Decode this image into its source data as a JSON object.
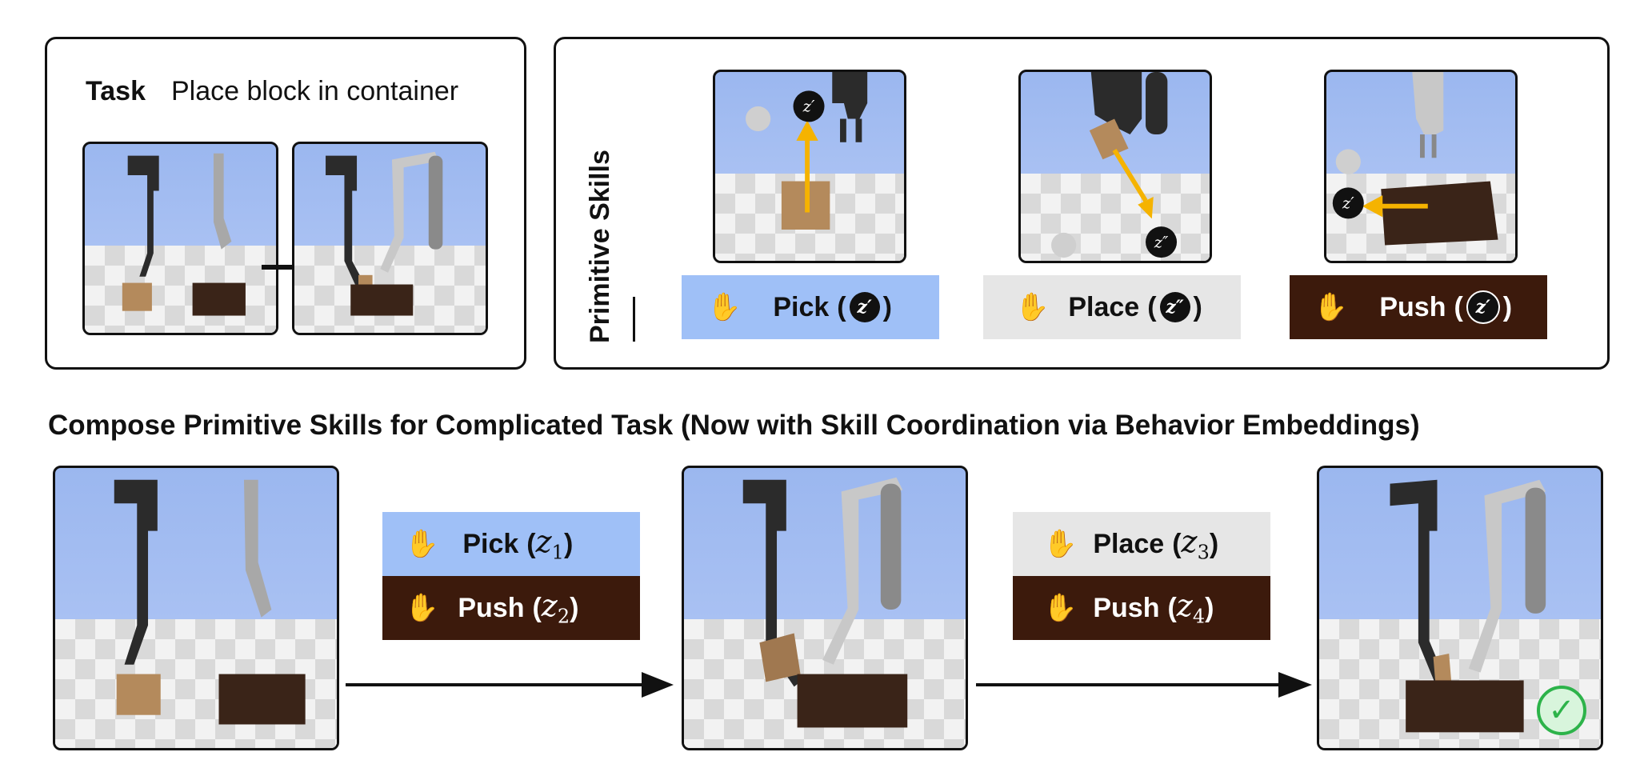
{
  "task": {
    "heading": "Task",
    "description": "Place block in container"
  },
  "skills_panel": {
    "side_label": "Primitive Skills",
    "skills": [
      {
        "name": "Pick",
        "latent": "z′",
        "color": "#9fc0f7"
      },
      {
        "name": "Place",
        "latent": "z″",
        "color": "#e6e6e6"
      },
      {
        "name": "Push",
        "latent": "z′",
        "color": "#3c1a0c"
      }
    ]
  },
  "compose": {
    "title": "Compose Primitive Skills for Complicated Task (Now with Skill Coordination via Behavior Embeddings)",
    "step1": [
      {
        "name": "Pick",
        "var": "z",
        "sub": "1"
      },
      {
        "name": "Push",
        "var": "z",
        "sub": "2"
      }
    ],
    "step2": [
      {
        "name": "Place",
        "var": "z",
        "sub": "3"
      },
      {
        "name": "Push",
        "var": "z",
        "sub": "4"
      }
    ],
    "success_mark": "✓"
  },
  "colors": {
    "pick": "#9fc0f7",
    "place": "#e6e6e6",
    "push": "#3c1a0c",
    "arrow": "#f5b300",
    "success": "#2db34a"
  }
}
